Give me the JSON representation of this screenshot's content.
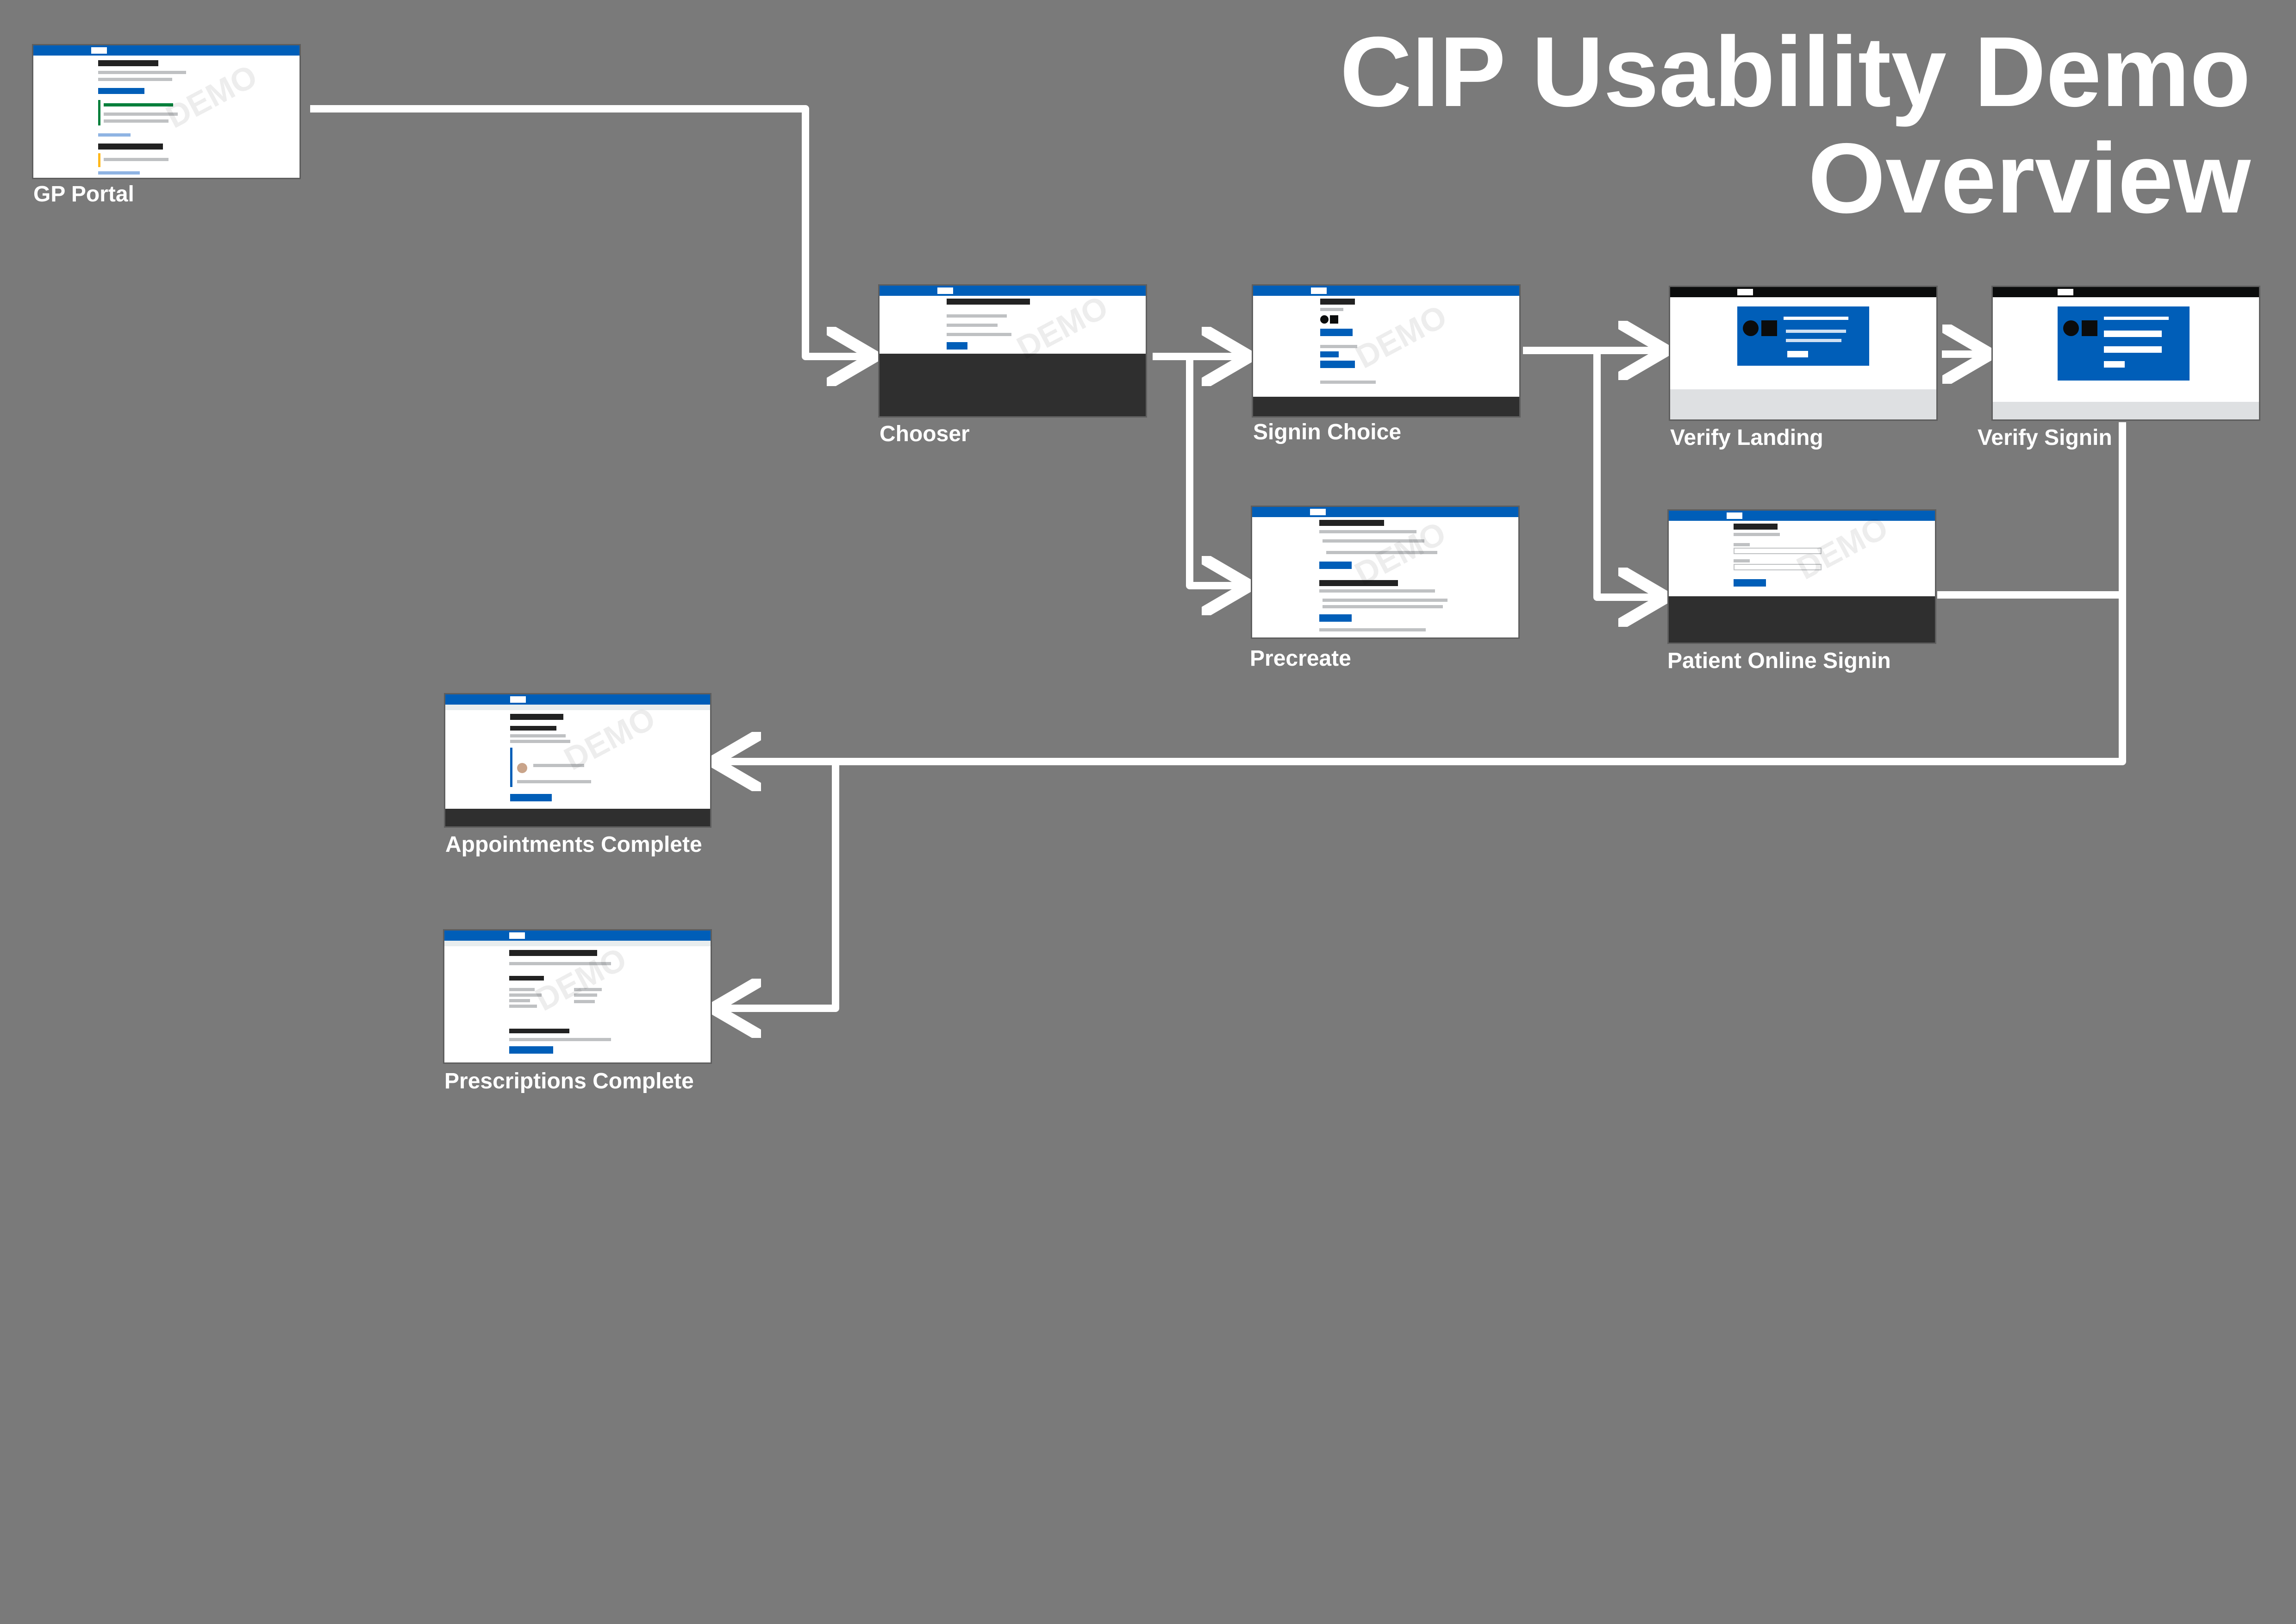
{
  "title": {
    "line1": "CIP Usability Demo",
    "line2": "Overview"
  },
  "screens": {
    "gp_portal": {
      "label": "GP Portal"
    },
    "chooser": {
      "label": "Chooser"
    },
    "signin_choice": {
      "label": "Signin Choice"
    },
    "verify_landing": {
      "label": "Verify Landing"
    },
    "verify_signin": {
      "label": "Verify Signin"
    },
    "precreate": {
      "label": "Precreate"
    },
    "patient_online_signin": {
      "label": "Patient Online Signin"
    },
    "appointments_complete": {
      "label": "Appointments Complete"
    },
    "prescriptions_complete": {
      "label": "Prescriptions Complete"
    }
  },
  "watermark": "DEMO",
  "colors": {
    "background": "#7a7a7a",
    "connector": "#ffffff",
    "nhs_blue": "#005eb8",
    "footer_dark": "#2f2f2f"
  }
}
